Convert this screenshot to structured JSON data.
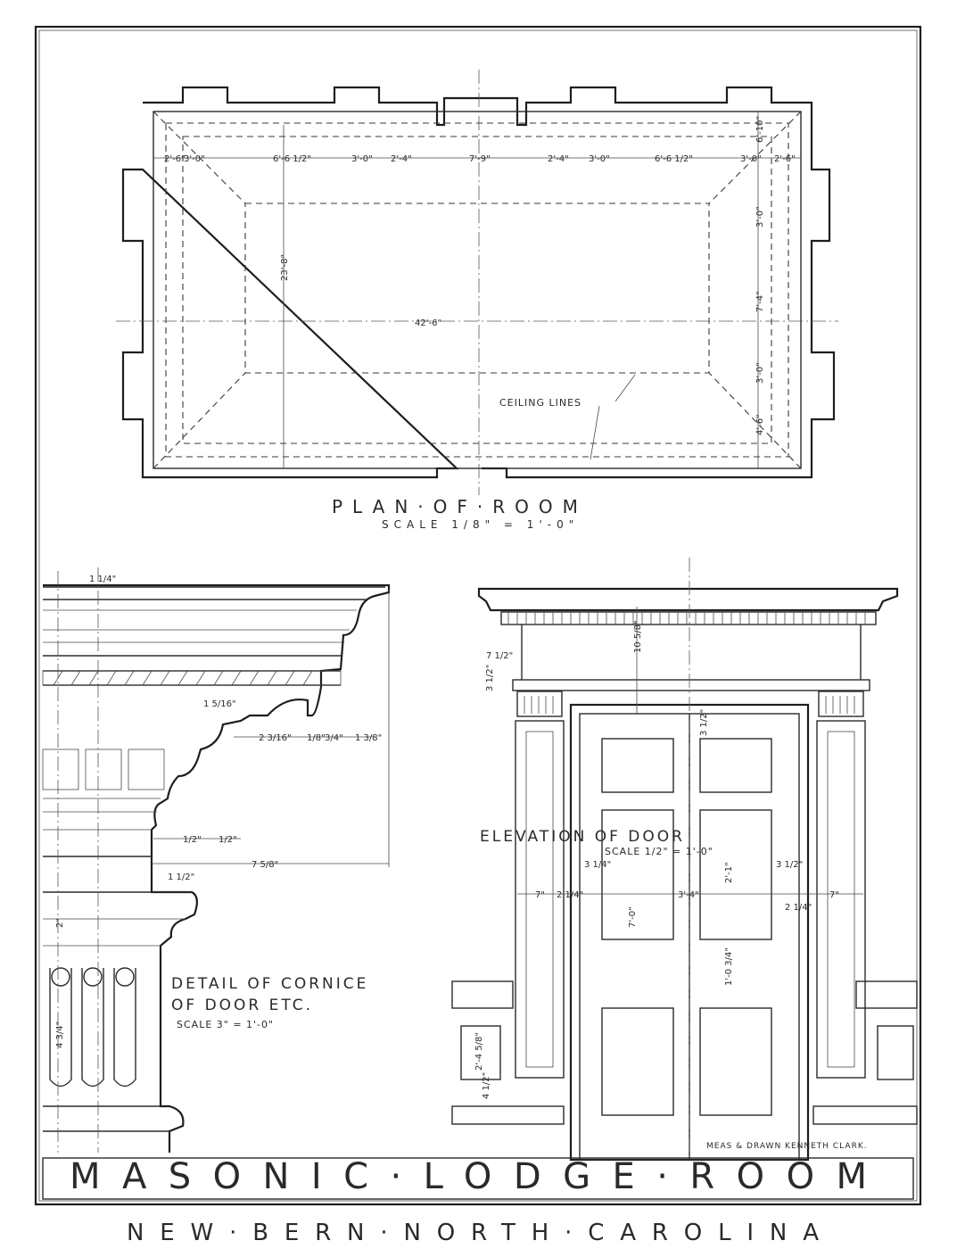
{
  "plan": {
    "title": "PLAN·OF·ROOM",
    "scale": "SCALE 1/8\" = 1'-0\"",
    "ceiling_label": "CEILING LINES",
    "dims_top": [
      "2'-6\"",
      "3'-0\"",
      "6'-6 1/2\"",
      "3'-0\"",
      "2'-4\"",
      "7'-9\"",
      "2'-4\"",
      "3'-0\"",
      "6'-6 1/2\"",
      "3'-0\"",
      "2'-6\""
    ],
    "dim_length": "42'-6\"",
    "dim_width": "23'-8\"",
    "dims_right": [
      "3'-0\"",
      "7'-4\"",
      "3'-0\"",
      "4'-6\"",
      "6'-10\""
    ]
  },
  "cornice_detail": {
    "title_line1": "DETAIL OF CORNICE",
    "title_line2": "OF DOOR ETC.",
    "scale": "SCALE 3\" = 1'-0\"",
    "dims": [
      "1 1/4\"",
      "1 5/16\"",
      "2 3/16\"",
      "1/8\"",
      "3/4\"",
      "1 3/8\"",
      "7 5/8\"",
      "1 1/2\"",
      "1/2\"",
      "1/2\"",
      "4 3/4\"",
      "2\""
    ]
  },
  "door_elevation": {
    "title": "ELEVATION OF DOOR",
    "scale": "SCALE 1/2\" = 1'-0\"",
    "dims": [
      "7 1/2\"",
      "10 5/8\"",
      "3 1/2\"",
      "3 1/2\"",
      "3 1/4\"",
      "3 1/2\"",
      "7\"",
      "2 1/4\"",
      "7'-0\"",
      "3'-4\"",
      "2'-1\"",
      "2 1/4\"",
      "7\"",
      "1'-0 3/4\"",
      "2'-4 5/8\"",
      "4 1/2\""
    ]
  },
  "credit": "MEAS & DRAWN KENNETH CLARK.",
  "footer": {
    "line1": "MASONIC·LODGE·ROOM",
    "line2": "NEW·BERN·NORTH·CAROLINA"
  }
}
